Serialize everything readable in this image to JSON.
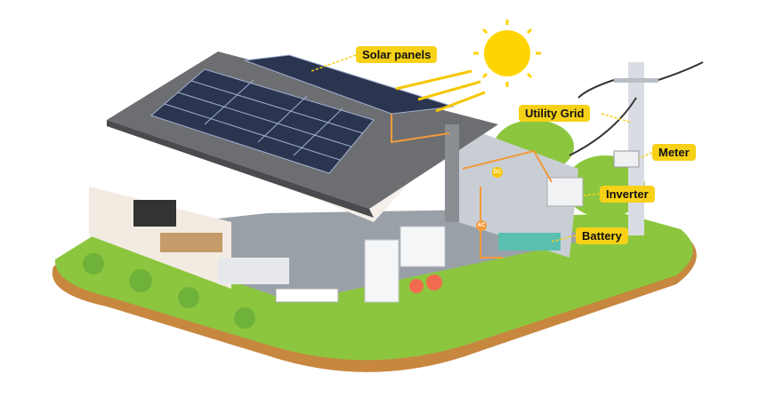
{
  "labels": {
    "solar_panels": "Solar panels",
    "utility_grid": "Utility Grid",
    "meter": "Meter",
    "inverter": "Inverter",
    "battery": "Battery",
    "dc": "DC",
    "ac": "AC"
  },
  "colors": {
    "label_bg": "#f7d117",
    "grass": "#8cc63f",
    "soil": "#c8873f",
    "roof": "#6d6e71",
    "panel": "#2b3550",
    "sun": "#ffd400",
    "wire": "#f39a3b"
  }
}
